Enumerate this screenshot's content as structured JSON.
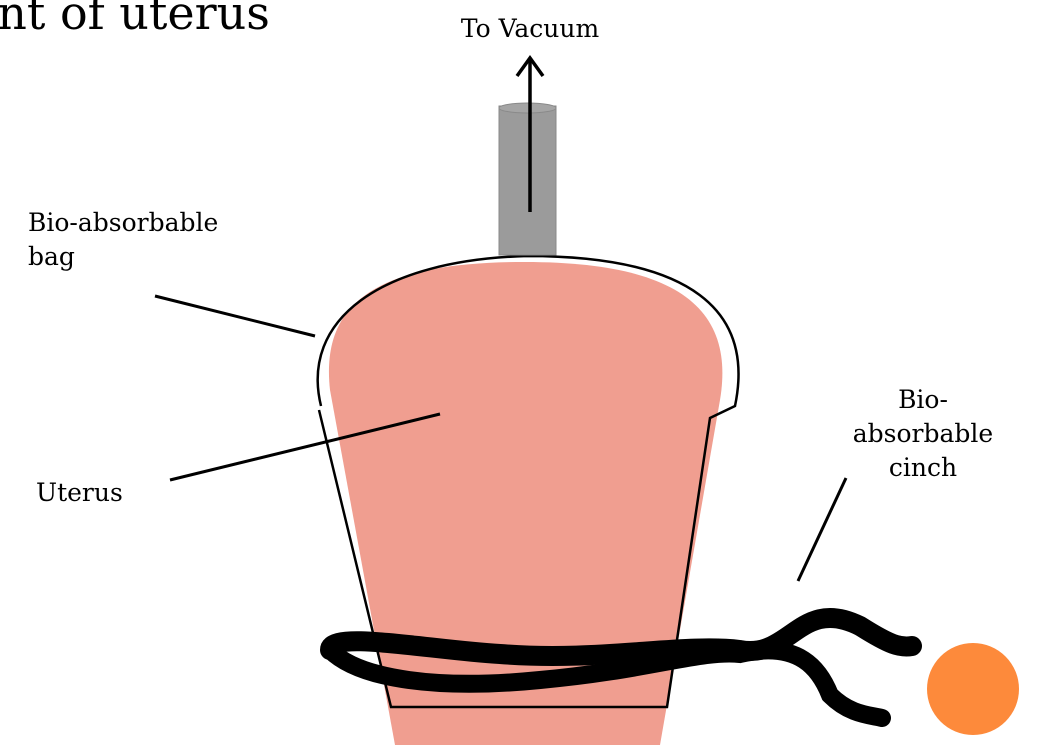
{
  "slide": {
    "title": "ent of uterus"
  },
  "diagram": {
    "labels": {
      "vacuum": "To Vacuum",
      "bag_line1": "Bio-absorbable",
      "bag_line2": "bag",
      "uterus": "Uterus",
      "cinch_line1": "Bio-",
      "cinch_line2": "absorbable",
      "cinch_line3": "cinch"
    },
    "colors": {
      "uterus": "#f09e90",
      "tube": "#9b9b9b",
      "bag_outline": "#000000",
      "cinch": "#000000",
      "ball": "#fd8a3b"
    }
  }
}
